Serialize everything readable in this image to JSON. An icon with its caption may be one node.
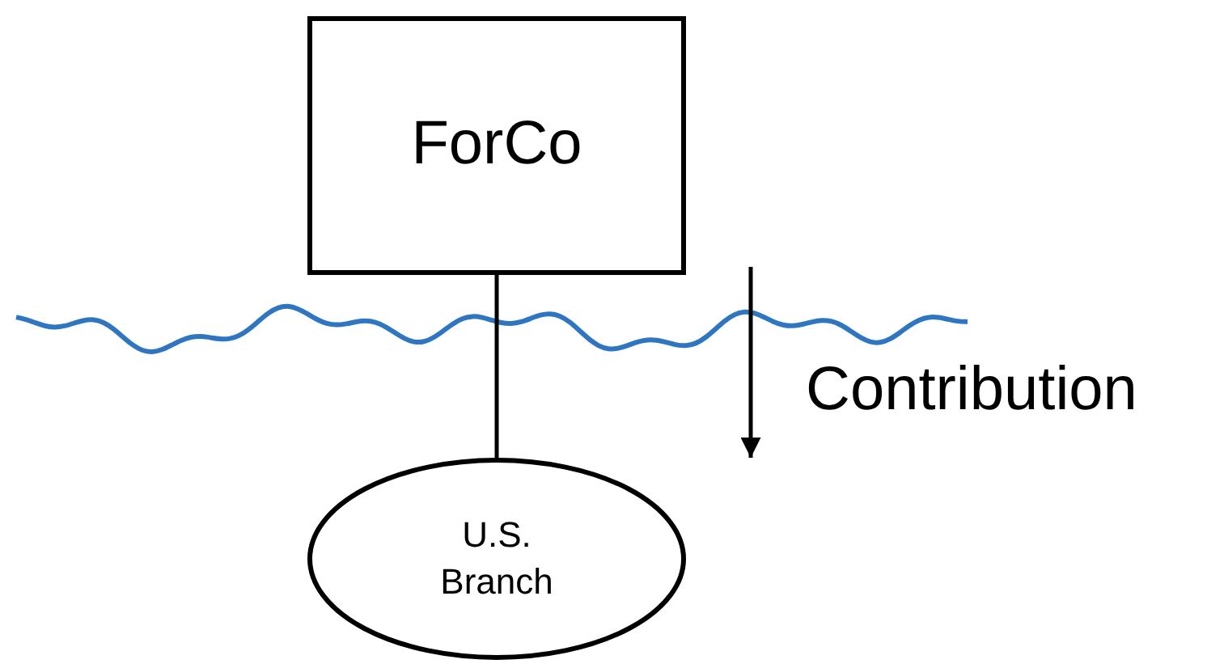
{
  "diagram": {
    "nodes": [
      {
        "text": [
          "ForCo"
        ]
      },
      {
        "text": [
          "U.S. Branch"
        ]
      }
    ],
    "edges": [
      {
        "from": 0,
        "to": 1,
        "arrow": "none"
      }
    ],
    "labels": [
      "Contribution"
    ]
  }
}
